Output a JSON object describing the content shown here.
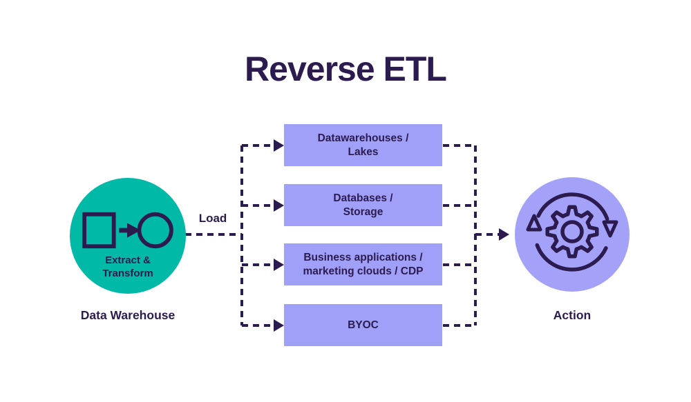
{
  "title": "Reverse ETL",
  "colors": {
    "teal": "#00b9a7",
    "light_purple": "#a1a0f8",
    "dark_purple": "#2b1b4f"
  },
  "source": {
    "label": "Extract &\nTransform",
    "caption": "Data Warehouse"
  },
  "flow": {
    "load_label": "Load"
  },
  "destinations": [
    {
      "label": "Datawarehouses /\nLakes"
    },
    {
      "label": "Databases /\nStorage"
    },
    {
      "label": "Business applications /\nmarketing clouds / CDP"
    },
    {
      "label": "BYOC"
    }
  ],
  "action": {
    "caption": "Action"
  }
}
